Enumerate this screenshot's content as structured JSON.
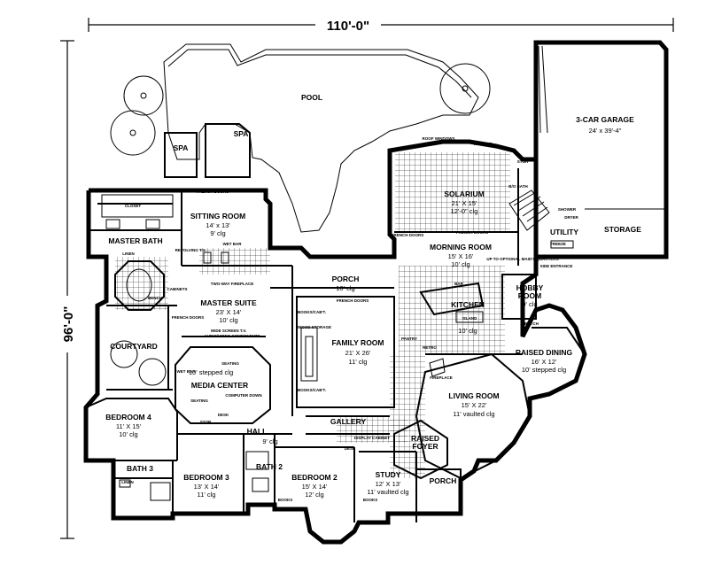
{
  "dimensions": {
    "width": "110'-0\"",
    "depth": "96'-0\""
  },
  "rooms": [
    {
      "id": "pool",
      "name": "POOL",
      "size": "",
      "ceiling": ""
    },
    {
      "id": "spa-1",
      "name": "SPA",
      "size": "",
      "ceiling": ""
    },
    {
      "id": "spa-2",
      "name": "SPA",
      "size": "",
      "ceiling": ""
    },
    {
      "id": "garage",
      "name": "3-CAR GARAGE",
      "size": "24' x 39'-4\"",
      "ceiling": ""
    },
    {
      "id": "solarium",
      "name": "SOLARIUM",
      "size": "21' X 15'",
      "ceiling": "12'-0\" clg"
    },
    {
      "id": "sitting-room",
      "name": "SITTING ROOM",
      "size": "14' x 13'",
      "ceiling": "9' clg"
    },
    {
      "id": "master-bath",
      "name": "MASTER BATH",
      "size": "",
      "ceiling": ""
    },
    {
      "id": "morning-room",
      "name": "MORNING ROOM",
      "size": "15' X 16'",
      "ceiling": "10' clg"
    },
    {
      "id": "utility",
      "name": "UTILITY",
      "size": "",
      "ceiling": ""
    },
    {
      "id": "storage",
      "name": "STORAGE",
      "size": "",
      "ceiling": ""
    },
    {
      "id": "porch-rear",
      "name": "PORCH",
      "size": "10' clg",
      "ceiling": ""
    },
    {
      "id": "hobby-room",
      "name": "HOBBY ROOM",
      "size": "9' clg",
      "ceiling": ""
    },
    {
      "id": "master-suite",
      "name": "MASTER SUITE",
      "size": "23' X 14'",
      "ceiling": "10' clg"
    },
    {
      "id": "kitchen",
      "name": "KITCHEN",
      "size": "10' clg",
      "ceiling": ""
    },
    {
      "id": "courtyard",
      "name": "COURTYARD",
      "size": "",
      "ceiling": ""
    },
    {
      "id": "family-room",
      "name": "FAMILY ROOM",
      "size": "21' X 26'",
      "ceiling": "11' clg"
    },
    {
      "id": "raised-dining",
      "name": "RAISED DINING",
      "size": "16' X 12'",
      "ceiling": "10' stepped clg"
    },
    {
      "id": "media-center",
      "name": "MEDIA CENTER",
      "size": "10' stepped clg",
      "ceiling": ""
    },
    {
      "id": "living-room",
      "name": "LIVING ROOM",
      "size": "15' X 22'",
      "ceiling": "11' vaulted clg"
    },
    {
      "id": "bedroom-4",
      "name": "BEDROOM 4",
      "size": "11' X 15'",
      "ceiling": "10' clg"
    },
    {
      "id": "hall",
      "name": "HALL",
      "size": "9' clg",
      "ceiling": ""
    },
    {
      "id": "gallery",
      "name": "GALLERY",
      "size": "",
      "ceiling": ""
    },
    {
      "id": "raised-foyer",
      "name": "RAISED FOYER",
      "size": "",
      "ceiling": ""
    },
    {
      "id": "bath-3",
      "name": "BATH 3",
      "size": "",
      "ceiling": ""
    },
    {
      "id": "bedroom-3",
      "name": "BEDROOM 3",
      "size": "13' X 14'",
      "ceiling": "11' clg"
    },
    {
      "id": "bedroom-2",
      "name": "BEDROOM 2",
      "size": "15' X 14'",
      "ceiling": "12' clg"
    },
    {
      "id": "study",
      "name": "STUDY",
      "size": "12' X 13'",
      "ceiling": "11' vaulted clg"
    },
    {
      "id": "porch-front",
      "name": "PORCH",
      "size": "",
      "ceiling": ""
    },
    {
      "id": "bath-2",
      "name": "BATH 2",
      "size": "",
      "ceiling": ""
    }
  ],
  "labels": [
    "CLOSET",
    "FRENCH DOORS",
    "WET BAR",
    "REVOLVING T.V.",
    "LINEN",
    "TWO-WAY FIREPLACE",
    "CABINETS",
    "BENCH",
    "FRENCH DOORS",
    "WIDE SCREEN T.V.",
    "AUDIO/VIDEO COMPONENTS",
    "SEATING",
    "WET BAR",
    "COMPUTER DOWN",
    "SEATING",
    "DESK",
    "STOR",
    "BOOKS/CAB'T.",
    "WOOD STORAGE",
    "BOOKS/CAB'T.",
    "FRENCH DOORS",
    "ROOF WINDOWS",
    "WET BAR",
    "FRENCH DOORS",
    "FRENCH DOORS",
    "B/O BATH",
    "STOR",
    "SHOWER",
    "DRYER",
    "FREEZE",
    "UP TO OPTIONAL MAID'S QUARTERS",
    "SIDE ENTRANCE",
    "BAR",
    "ISLAND",
    "PANTRY",
    "RETRO",
    "FIREPLACE",
    "DISPLAY CABINET",
    "DESK",
    "BOOKS",
    "BOOKS",
    "LINEN",
    "BUTCH"
  ]
}
